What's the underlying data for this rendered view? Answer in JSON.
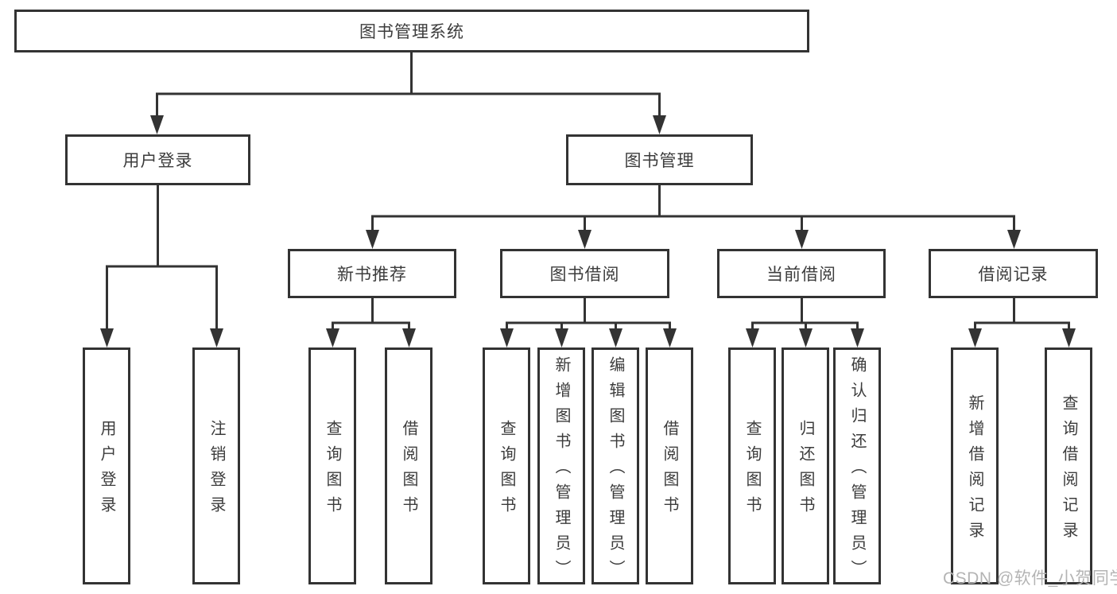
{
  "diagram": {
    "root": {
      "label": "图书管理系统"
    },
    "level2": [
      {
        "label": "用户登录"
      },
      {
        "label": "图书管理"
      }
    ],
    "level3": [
      {
        "label": "新书推荐"
      },
      {
        "label": "图书借阅"
      },
      {
        "label": "当前借阅"
      },
      {
        "label": "借阅记录"
      }
    ],
    "leaves": [
      {
        "label": "用户登录"
      },
      {
        "label": "注销登录"
      },
      {
        "label": "查询图书"
      },
      {
        "label": "借阅图书"
      },
      {
        "label": "查询图书"
      },
      {
        "label": "新增图书（管理员）"
      },
      {
        "label": "编辑图书（管理员）"
      },
      {
        "label": "借阅图书"
      },
      {
        "label": "查询图书"
      },
      {
        "label": "归还图书"
      },
      {
        "label": "确认归还（管理员）"
      },
      {
        "label": "新增借阅记录"
      },
      {
        "label": "查询借阅记录"
      }
    ],
    "watermark": "CSDN @软件_小贺同学",
    "colors": {
      "line": "#333333",
      "text": "#3c3c3c",
      "watermark": "#b4b4b4",
      "background": "#ffffff"
    }
  }
}
